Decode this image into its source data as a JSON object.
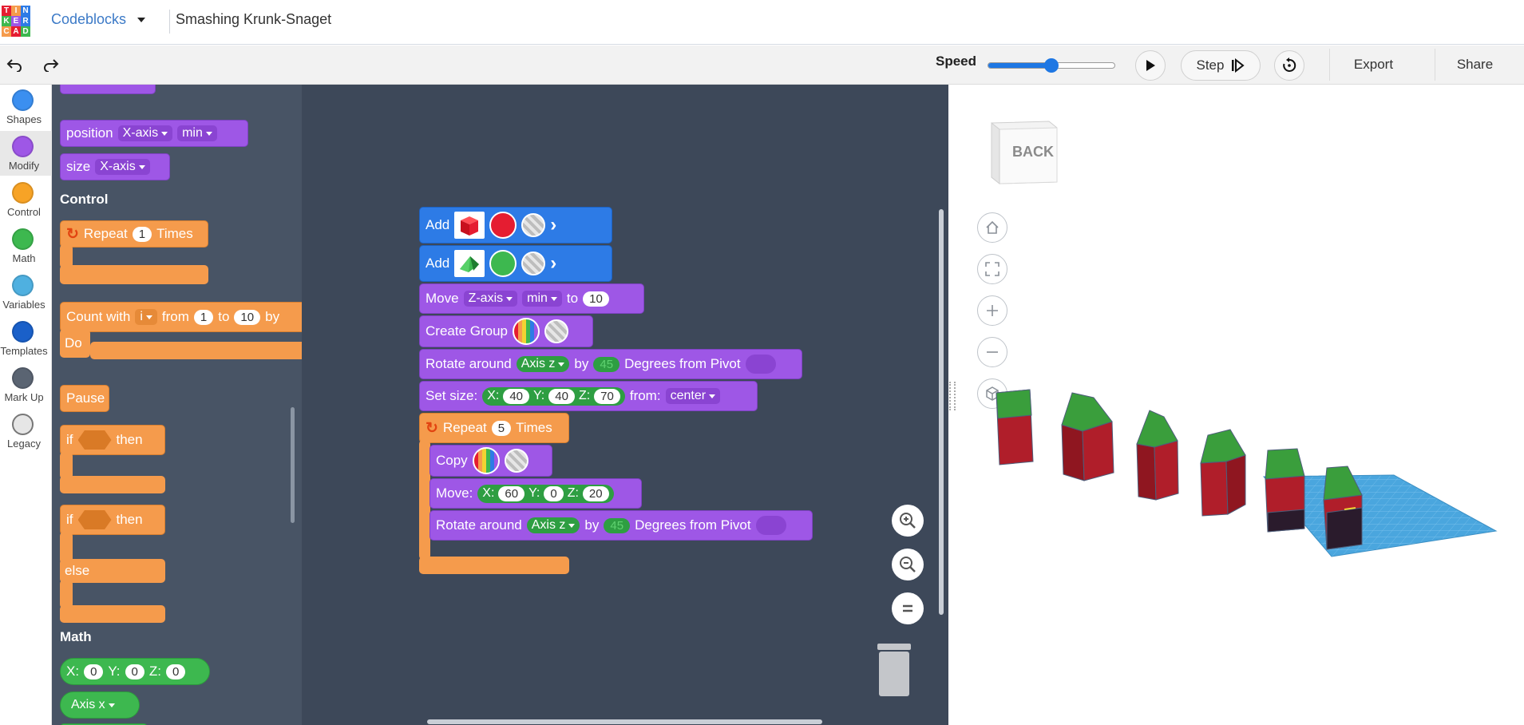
{
  "header": {
    "logo_letters": [
      "T",
      "I",
      "N",
      "K",
      "E",
      "R",
      "C",
      "A",
      "D"
    ],
    "logo_colors": [
      "#e51d31",
      "#f59b4c",
      "#2d7be6",
      "#3db84f",
      "#9e57e6",
      "#2d7be6",
      "#f59b4c",
      "#e51d31",
      "#3db84f"
    ],
    "project_type": "Codeblocks",
    "project_name": "Smashing Krunk-Snaget"
  },
  "toolbar": {
    "undo_icon": "undo-icon",
    "redo_icon": "redo-icon",
    "speed_label": "Speed",
    "speed_value": 0.5,
    "step_label": "Step",
    "export_label": "Export",
    "share_label": "Share"
  },
  "categories": [
    {
      "label": "Shapes",
      "color": "#3b8ff0"
    },
    {
      "label": "Modify",
      "color": "#9e57e6"
    },
    {
      "label": "Control",
      "color": "#f7a326"
    },
    {
      "label": "Math",
      "color": "#3db84f"
    },
    {
      "label": "Variables",
      "color": "#4fb0e0"
    },
    {
      "label": "Templates",
      "color": "#1a60c9"
    },
    {
      "label": "Mark Up",
      "color": "#5a6472"
    },
    {
      "label": "Legacy",
      "color": "#e6e6e6"
    }
  ],
  "flyout": {
    "position": {
      "label": "position",
      "axis": "X-axis",
      "edge": "min"
    },
    "size": {
      "label": "size",
      "axis": "X-axis"
    },
    "control_header": "Control",
    "repeat": {
      "label": "Repeat",
      "count": "1",
      "suffix": "Times"
    },
    "count_with": {
      "label": "Count with",
      "var": "i",
      "from_label": "from",
      "from": "1",
      "to_label": "to",
      "to": "10",
      "by_label": "by",
      "do_label": "Do"
    },
    "pause": "Pause",
    "if1": {
      "if": "if",
      "then": "then"
    },
    "if2": {
      "if": "if",
      "then": "then",
      "else": "else"
    },
    "math_header": "Math",
    "xyz": {
      "x_label": "X:",
      "x": "0",
      "y_label": "Y:",
      "y": "0",
      "z_label": "Z:",
      "z": "0"
    },
    "axis": "Axis x"
  },
  "program": {
    "add_label": "Add",
    "move": {
      "label": "Move",
      "axis": "Z-axis",
      "edge": "min",
      "to_label": "to",
      "value": "10"
    },
    "create_group": "Create Group",
    "rotate": {
      "label": "Rotate around",
      "axis": "Axis z",
      "by_label": "by",
      "value": "45",
      "suffix": "Degrees from Pivot"
    },
    "set_size": {
      "label": "Set size:",
      "x_label": "X:",
      "x": "40",
      "y_label": "Y:",
      "y": "40",
      "z_label": "Z:",
      "z": "70",
      "from_label": "from:",
      "from": "center"
    },
    "repeat": {
      "label": "Repeat",
      "count": "5",
      "suffix": "Times"
    },
    "copy": "Copy",
    "move2": {
      "label": "Move:",
      "x_label": "X:",
      "x": "60",
      "y_label": "Y:",
      "y": "0",
      "z_label": "Z:",
      "z": "20"
    },
    "rotate2": {
      "label": "Rotate around",
      "axis": "Axis z",
      "by_label": "by",
      "value": "45",
      "suffix": "Degrees from Pivot"
    }
  },
  "viewport": {
    "viewcube_label": "BACK",
    "controls": [
      "home-icon",
      "fit-view-icon",
      "zoom-in-icon",
      "zoom-out-icon",
      "view-cube-icon"
    ]
  },
  "colors": {
    "workspace_bg": "#3d4859",
    "flyout_bg": "#485465",
    "modify_block": "#9e57e6",
    "control_block": "#f59b4c",
    "shapes_block": "#2d7be6",
    "math_block": "#3db84f",
    "house_red": "#b01e2a",
    "house_green": "#3a9e3c",
    "workplane": "#4aa6de"
  }
}
